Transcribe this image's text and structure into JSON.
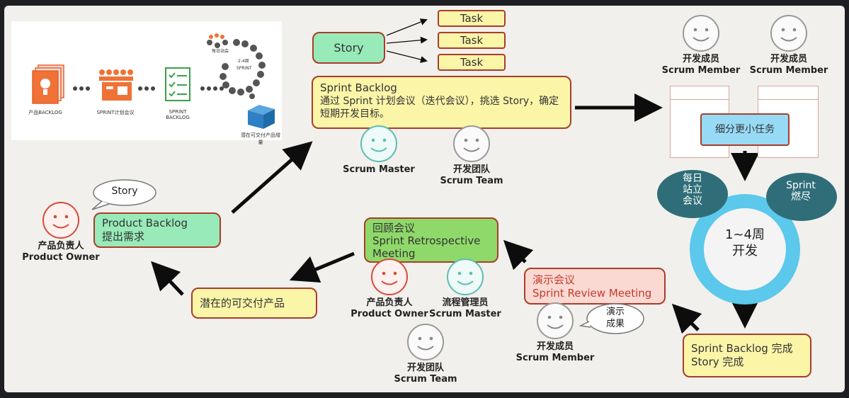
{
  "top_left_figure": {
    "labels": [
      "产品BACKLOG",
      "SPRINT计划会议",
      "SPRINT BACKLOG",
      "潜在可交付产品增量"
    ],
    "cycle_top": "每日站会",
    "cycle_sprint": "2-4周\nSPRINT"
  },
  "story_box": "Story",
  "tasks": [
    "Task",
    "Task",
    "Task"
  ],
  "sprint_backlog": {
    "title": "Sprint Backlog",
    "desc": "通过 Sprint 计划会议（迭代会议），挑选 Story，确定短期开发目标。"
  },
  "people": {
    "scrum_master_top": {
      "cn": "",
      "en": "Scrum Master"
    },
    "dev_team_top": {
      "cn": "开发团队",
      "en": "Scrum Team"
    },
    "dev_member_1": {
      "cn": "开发成员",
      "en": "Scrum Member"
    },
    "dev_member_2": {
      "cn": "开发成员",
      "en": "Scrum Member"
    },
    "product_owner_left": {
      "cn": "产品负责人",
      "en": "Product Owner"
    },
    "product_owner_retro": {
      "cn": "产品负责人",
      "en": "Product Owner"
    },
    "process_manager": {
      "cn": "流程管理员",
      "en": "Scrum Master"
    },
    "dev_team_bottom": {
      "cn": "开发团队",
      "en": "Scrum Team"
    },
    "dev_member_review": {
      "cn": "开发成员",
      "en": "Scrum Member"
    }
  },
  "split_tasks": "细分更小任务",
  "daily_standup": "每日\n站立\n会议",
  "sprint_burn": "Sprint\n燃尽",
  "cycle_center": "1~4周\n开发",
  "sprint_done": {
    "line1": "Sprint Backlog 完成",
    "line2": "Story 完成"
  },
  "review": {
    "line1": "演示会议",
    "line2": "Sprint Review Meeting"
  },
  "review_bubble": "演示\n成果",
  "retro": {
    "line1": "回顾会议",
    "line2": "Sprint Retrospective",
    "line3": "Meeting"
  },
  "deliverable": "潜在的可交付产品",
  "product_backlog": {
    "line1": "Product Backlog",
    "line2": "提出需求"
  },
  "story_bubble": "Story",
  "colors": {
    "border": "#a93d2a",
    "arrow": "#0d0d0d",
    "cycle_ring": "#5bc8ec",
    "teal": "#2f6e79"
  }
}
